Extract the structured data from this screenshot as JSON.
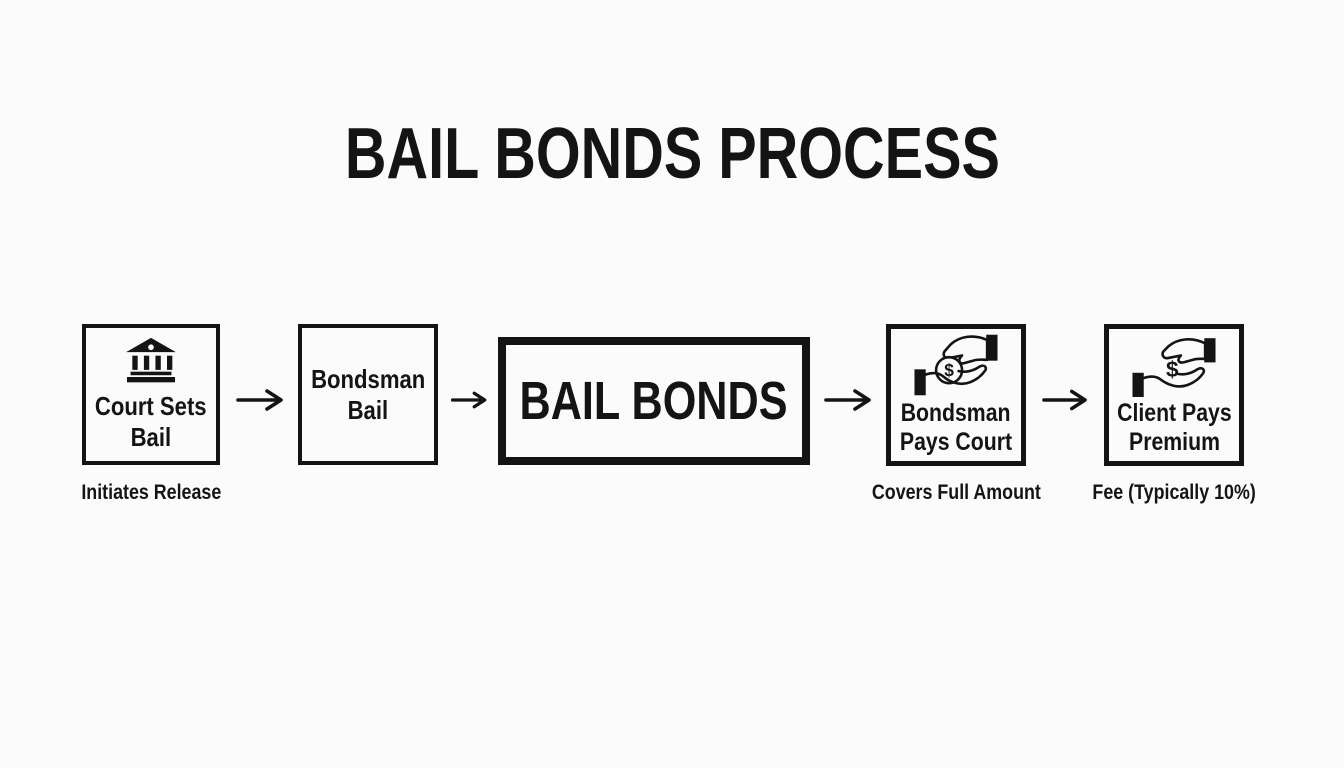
{
  "colors": {
    "ink": "#141414",
    "background": "#fbfbfb"
  },
  "title": "BAIL BONDS PROCESS",
  "flow": {
    "steps": [
      {
        "name": "court-sets-bail",
        "line1": "Court Sets",
        "line2": "Bail",
        "icon": "courthouse-icon",
        "caption": "Initiates Release"
      },
      {
        "name": "bondsman-bail",
        "line1": "Bondsman",
        "line2": "Bail"
      },
      {
        "name": "bail-bonds",
        "label": "BAIL BONDS"
      },
      {
        "name": "bondsman-pays-court",
        "line1": "Bondsman",
        "line2": "Pays Court",
        "icon": "hand-giving-coin-icon",
        "caption": "Covers Full Amount"
      },
      {
        "name": "client-pays-premium",
        "line1": "Client Pays",
        "line2": "Premium",
        "icon": "hands-exchange-dollar-icon",
        "caption": "Fee (Typically 10%)"
      }
    ]
  },
  "icons": {
    "coin_symbol": "$",
    "dollar_symbol": "$"
  }
}
